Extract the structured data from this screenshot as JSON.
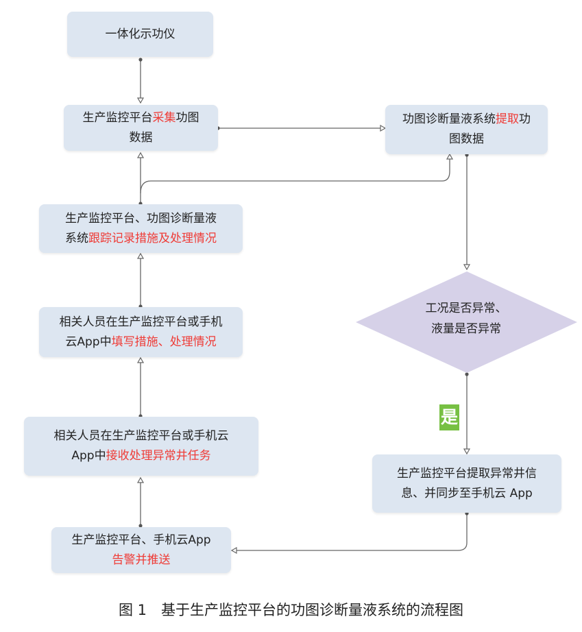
{
  "colors": {
    "box_fill": "#dde6f1",
    "highlight": "#ef3b36",
    "diamond_fill": "#d6d1e8",
    "yes_badge": "#77c043",
    "arrow": "#666666"
  },
  "nodes": {
    "indicator": {
      "line1": "一体化示功仪"
    },
    "collect": {
      "line1_pre": "生产监控平台",
      "line1_hl": "采集",
      "line1_post": "功图",
      "line2": "数据"
    },
    "extract": {
      "line1_pre": "功图诊断量液系统",
      "line1_hl": "提取",
      "line1_post": "功",
      "line2": "图数据"
    },
    "track": {
      "line1": "生产监控平台、功图诊断量液",
      "line2_pre": "系统",
      "line2_hl": "跟踪记录措施及处理情况"
    },
    "fill": {
      "line1": "相关人员在生产监控平台或手机",
      "line2_pre": "云App中",
      "line2_hl": "填写措施、处理情况"
    },
    "receive": {
      "line1": "相关人员在生产监控平台或手机云",
      "line2_pre": "App中",
      "line2_hl": "接收处理异常井任务"
    },
    "alarm": {
      "line1": "生产监控平台、手机云App",
      "line2_hl": "告警并推送"
    },
    "decision": {
      "line1": "工况是否异常、",
      "line2": "液量是否异常"
    },
    "sync": {
      "line1": "生产监控平台提取异常井信",
      "line2": "息、并同步至手机云 App"
    }
  },
  "yes_label": "是",
  "caption": "图 1　基于生产监控平台的功图诊断量液系统的流程图"
}
